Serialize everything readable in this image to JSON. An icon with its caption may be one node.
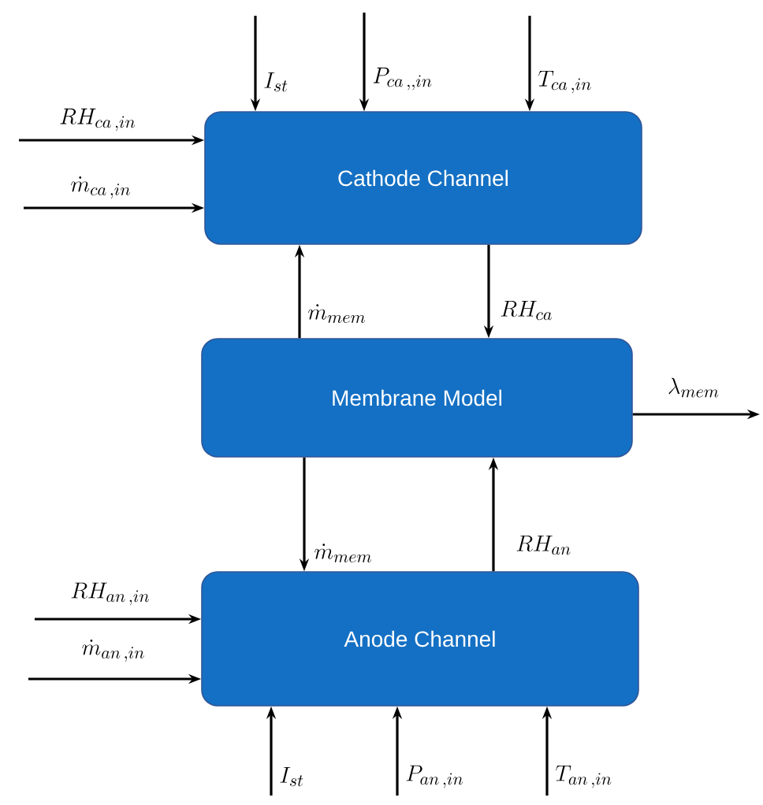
{
  "diagram": {
    "nodes": [
      {
        "text": [
          "Cathode Channel"
        ]
      },
      {
        "text": [
          "Membrane Model"
        ]
      },
      {
        "text": [
          "Anode Channel"
        ]
      }
    ],
    "edges": [
      {
        "from": null,
        "to": 0,
        "arrow": "to",
        "label": "I_{st}"
      },
      {
        "from": null,
        "to": 0,
        "arrow": "to",
        "label": "P_{ca\\,,,in}"
      },
      {
        "from": null,
        "to": 0,
        "arrow": "to",
        "label": "T_{ca\\,,in}"
      },
      {
        "from": null,
        "to": 0,
        "arrow": "to",
        "label": "RH_{ca\\,,in}"
      },
      {
        "from": null,
        "to": 0,
        "arrow": "to",
        "label": "\\dot{m}_{ca\\,,in}"
      },
      {
        "from": 1,
        "to": 0,
        "arrow": "to",
        "label": "\\dot{m}_{mem}"
      },
      {
        "from": 0,
        "to": 1,
        "arrow": "to",
        "label": "RH_{ca}"
      },
      {
        "from": 1,
        "to": null,
        "arrow": "to",
        "label": "\\lambda_{mem}"
      },
      {
        "from": 1,
        "to": 2,
        "arrow": "to",
        "label": "\\dot{m}_{mem}"
      },
      {
        "from": 2,
        "to": 1,
        "arrow": "to",
        "label": "RH_{an}"
      },
      {
        "from": null,
        "to": 2,
        "arrow": "to",
        "label": "RH_{an\\,,in}"
      },
      {
        "from": null,
        "to": 2,
        "arrow": "to",
        "label": "\\dot{m}_{an\\,,in}"
      },
      {
        "from": null,
        "to": 2,
        "arrow": "to",
        "label": "I_{st}"
      },
      {
        "from": null,
        "to": 2,
        "arrow": "to",
        "label": "P_{an\\,,in}"
      },
      {
        "from": null,
        "to": 2,
        "arrow": "to",
        "label": "T_{an\\,,in}"
      }
    ]
  }
}
